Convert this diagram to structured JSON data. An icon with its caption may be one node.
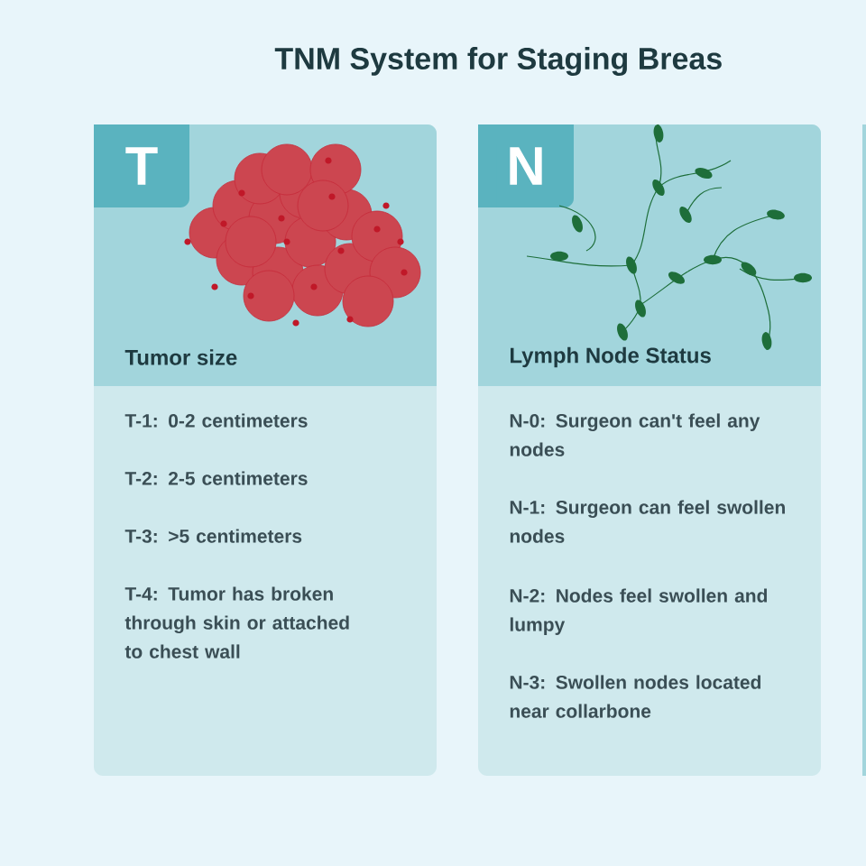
{
  "diagram": {
    "title": "TNM System for Staging Breas",
    "nodes": [
      {
        "text": [
          "T",
          "Tumor size",
          "T-1: 0-2 centimeters",
          "T-2: 2-5 centimeters",
          "T-3: >5 centimeters",
          "T-4: Tumor has broken through skin or attached to chest wall"
        ]
      },
      {
        "text": [
          "N",
          "Lymph Node Status",
          "N-0: Surgeon can't feel any nodes",
          "N-1: Surgeon can feel swollen nodes",
          "N-2: Nodes feel swollen and lumpy",
          "N-3: Swollen nodes located near collarbone"
        ]
      },
      {
        "text": [],
        "shape": "box"
      }
    ]
  }
}
